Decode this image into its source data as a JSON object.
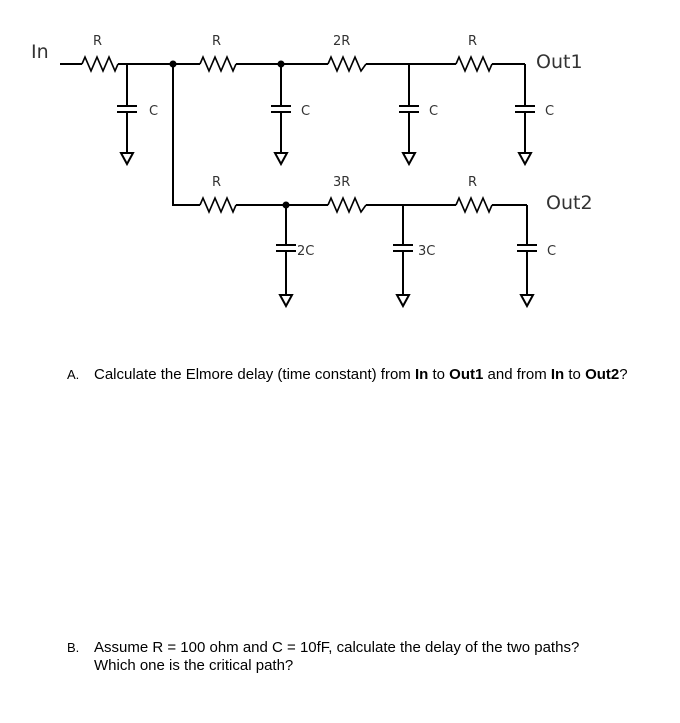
{
  "circuit": {
    "input_label": "In",
    "out1_label": "Out1",
    "out2_label": "Out2",
    "top_path": {
      "resistors": [
        "R",
        "R",
        "2R",
        "R"
      ],
      "capacitors": [
        "C",
        "C",
        "C",
        "C"
      ]
    },
    "bottom_path": {
      "resistors": [
        "R",
        "3R",
        "R"
      ],
      "capacitors": [
        "2C",
        "3C",
        "C"
      ]
    }
  },
  "questions": {
    "a": {
      "letter": "A.",
      "t1": "Calculate the Elmore delay (time constant) from ",
      "b1": "In",
      "t2": " to ",
      "b2": "Out1",
      "t3": " and from ",
      "b3": "In",
      "t4": " to ",
      "b4": "Out2",
      "t5": "?"
    },
    "b": {
      "letter": "B.",
      "line1": "Assume R = 100 ohm and C = 10fF, calculate the delay of the two paths?",
      "line2": "Which one is the critical path?"
    }
  }
}
